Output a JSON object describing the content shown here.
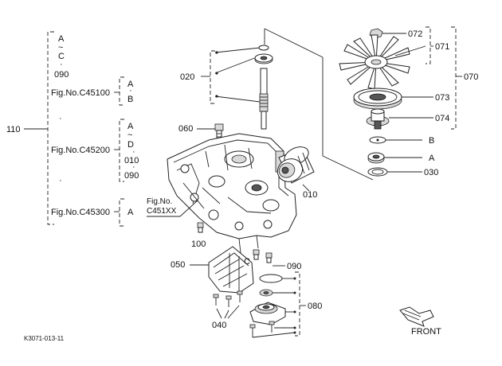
{
  "labels": {
    "p020": "020",
    "p060": "060",
    "p010": "010",
    "p100": "100",
    "p050": "050",
    "p040": "040",
    "p080": "080",
    "p090": "090",
    "p070": "070",
    "p071": "071",
    "p072": "072",
    "p073": "073",
    "p074": "074",
    "p030": "030",
    "p110": "110",
    "ref_b": "B",
    "ref_a": "A",
    "ref_c": "C",
    "figref_line1": "Fig.No.",
    "figref_line2": "C451XX"
  },
  "group110": {
    "g1": {
      "variants": [
        "A",
        "~",
        "C",
        "·",
        "090"
      ],
      "fig": "Fig.No.C45100",
      "refs": [
        "A",
        "·",
        "B"
      ]
    },
    "g2": {
      "dot": "·",
      "fig": "Fig.No.C45200",
      "refs": [
        "A",
        "~",
        "D",
        "·",
        "010",
        "·",
        "090"
      ]
    },
    "g3": {
      "dot": "·",
      "fig": "Fig.No.C45300",
      "refs": [
        "A"
      ]
    }
  },
  "front_label": "FRONT",
  "drawing_code": "K3071-013-11"
}
